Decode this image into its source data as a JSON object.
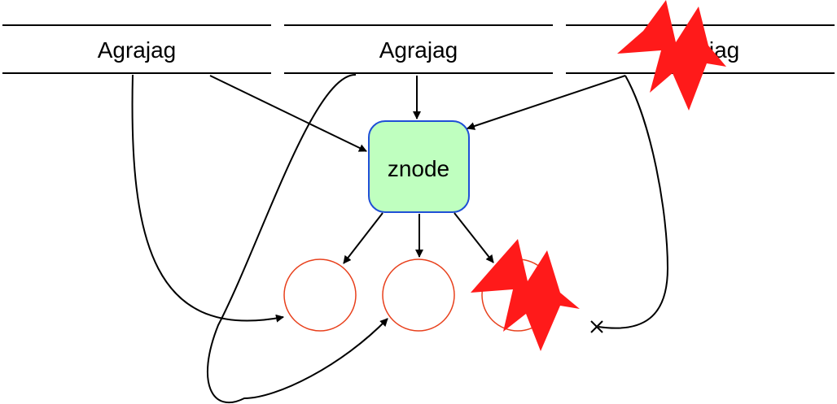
{
  "headers": [
    {
      "label": "Agrajag"
    },
    {
      "label": "Agrajag"
    },
    {
      "label": "Agrajag"
    }
  ],
  "znode": {
    "label": "znode",
    "fill_color": "#bfffbf",
    "stroke_color": "#1f4fd6"
  },
  "circle_color": "#e8401c",
  "lightning_color": "#ff1a1a",
  "child_count": 3,
  "icons": [
    "lightning-bolt-icon",
    "lightning-bolt-icon",
    "cross-mark-icon"
  ]
}
